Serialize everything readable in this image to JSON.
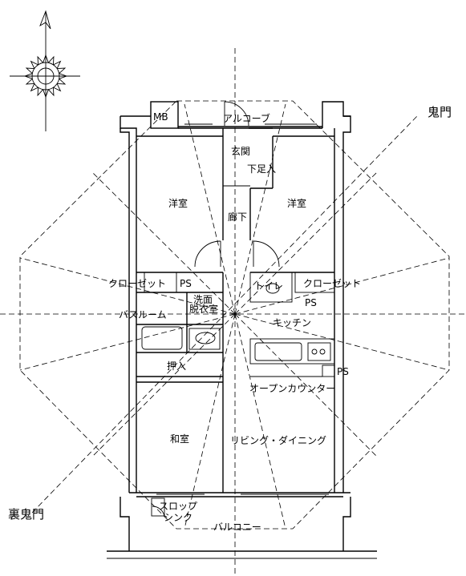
{
  "labels": {
    "mb": "MB",
    "alcove": "アルコーブ",
    "kimon": "鬼門",
    "urakimon": "裏鬼門",
    "entrance": "玄関",
    "shoebox": "下足入",
    "western_room_left": "洋室",
    "western_room_right": "洋室",
    "hallway": "廊下",
    "closet_left": "クローゼット",
    "ps_left": "PS",
    "closet_right": "クローゼット",
    "toilet": "トイレ",
    "ps_right_upper": "PS",
    "washroom": "洗面",
    "dressing_room": "脱衣室",
    "bathroom": "バスルーム",
    "kitchen": "キッチン",
    "storage": "押入",
    "ps_right_lower": "PS",
    "open_counter": "オープンカウンター",
    "japanese_room": "和室",
    "living_dining": "リビング・ダイニング",
    "slop_sink_line1": "スロップ",
    "slop_sink_line2": "シンク",
    "balcony": "バルコニー"
  },
  "icons": {
    "compass": "compass-rose-icon",
    "north": "north-arrow-icon"
  }
}
